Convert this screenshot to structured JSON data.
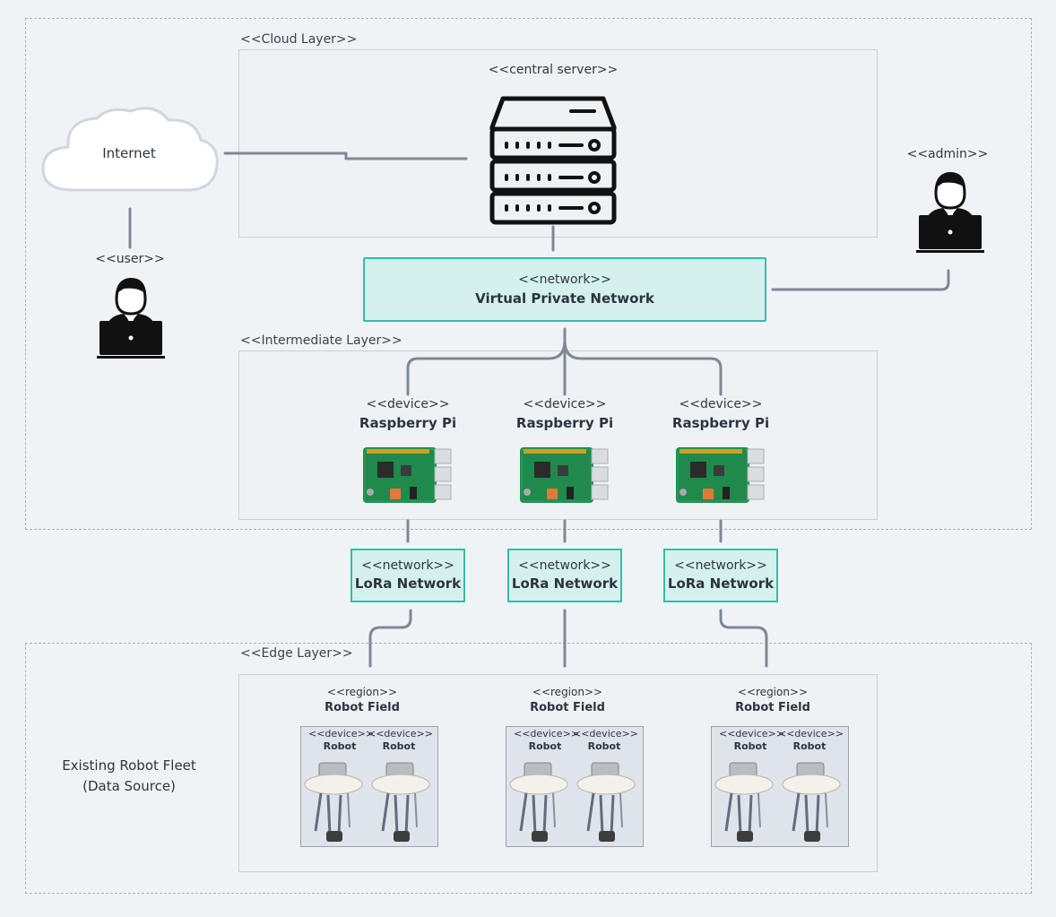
{
  "layers": {
    "cloud": "<<Cloud Layer>>",
    "intermediate": "<<Intermediate Layer>>",
    "edge": "<<Edge Layer>>"
  },
  "internet": {
    "label": "Internet"
  },
  "user": {
    "stereotype": "<<user>>"
  },
  "admin": {
    "stereotype": "<<admin>>"
  },
  "server": {
    "stereotype": "<<central server>>"
  },
  "vpn": {
    "stereotype": "<<network>>",
    "name": "Virtual Private Network"
  },
  "devices": [
    {
      "stereotype": "<<device>>",
      "name": "Raspberry Pi"
    },
    {
      "stereotype": "<<device>>",
      "name": "Raspberry Pi"
    },
    {
      "stereotype": "<<device>>",
      "name": "Raspberry Pi"
    }
  ],
  "lora": [
    {
      "stereotype": "<<network>>",
      "name": "LoRa Network"
    },
    {
      "stereotype": "<<network>>",
      "name": "LoRa Network"
    },
    {
      "stereotype": "<<network>>",
      "name": "LoRa Network"
    }
  ],
  "regions": [
    {
      "stereotype": "<<region>>",
      "name": "Robot Field",
      "robots": [
        {
          "stereotype": "<<device>>",
          "name": "Robot"
        },
        {
          "stereotype": "<<device>>",
          "name": "Robot"
        }
      ]
    },
    {
      "stereotype": "<<region>>",
      "name": "Robot Field",
      "robots": [
        {
          "stereotype": "<<device>>",
          "name": "Robot"
        },
        {
          "stereotype": "<<device>>",
          "name": "Robot"
        }
      ]
    },
    {
      "stereotype": "<<region>>",
      "name": "Robot Field",
      "robots": [
        {
          "stereotype": "<<device>>",
          "name": "Robot"
        },
        {
          "stereotype": "<<device>>",
          "name": "Robot"
        }
      ]
    }
  ],
  "fleet": {
    "line1": "Existing Robot Fleet",
    "line2": "(Data Source)"
  },
  "colors": {
    "accent": "#2fbfa9",
    "network_fill": "#d5f1ee",
    "connector": "#7d8896"
  }
}
